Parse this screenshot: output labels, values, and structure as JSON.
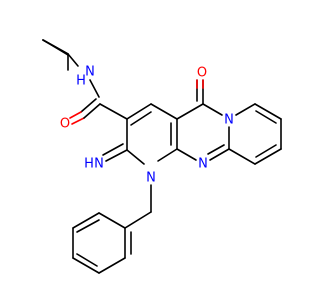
{
  "molecule": {
    "colors": {
      "carbon_bond": "#000000",
      "oxygen": "#ff0000",
      "nitrogen": "#0000ff"
    },
    "atom_labels": {
      "amide_nh": "H",
      "amide_n": "N",
      "amide_o": "O",
      "ketone_o": "O",
      "ring_n_fused": "N",
      "imine_n": "N",
      "imine_h": "H",
      "benzyl_n": "N",
      "ring_n_bridge": "N"
    }
  }
}
